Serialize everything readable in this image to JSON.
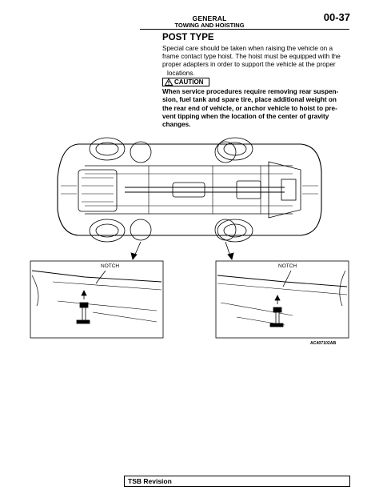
{
  "header": {
    "title": "GENERAL",
    "subtitle": "TOWING AND HOISTING",
    "page_number": "00-37"
  },
  "section": {
    "heading": "POST TYPE",
    "lines": [
      "Special care should be taken when raising the vehicle on a",
      "frame contact type hoist. The hoist must be equipped with the",
      "proper adapters in order to support the vehicle at the proper",
      "locations."
    ]
  },
  "caution": {
    "label": "CAUTION",
    "icon": "warning-triangle-icon",
    "lines": [
      "When service procedures require removing rear suspen-",
      "sion, fuel tank and spare tire, place additional weight on",
      "the rear end of vehicle, or anchor vehicle to hoist to pre-",
      "vent tipping when the location of the center of gravity",
      "changes."
    ]
  },
  "figure": {
    "notch_left": "NOTCH",
    "notch_right": "NOTCH",
    "code": "AC407102AB"
  },
  "footer": {
    "label": "TSB Revision"
  }
}
